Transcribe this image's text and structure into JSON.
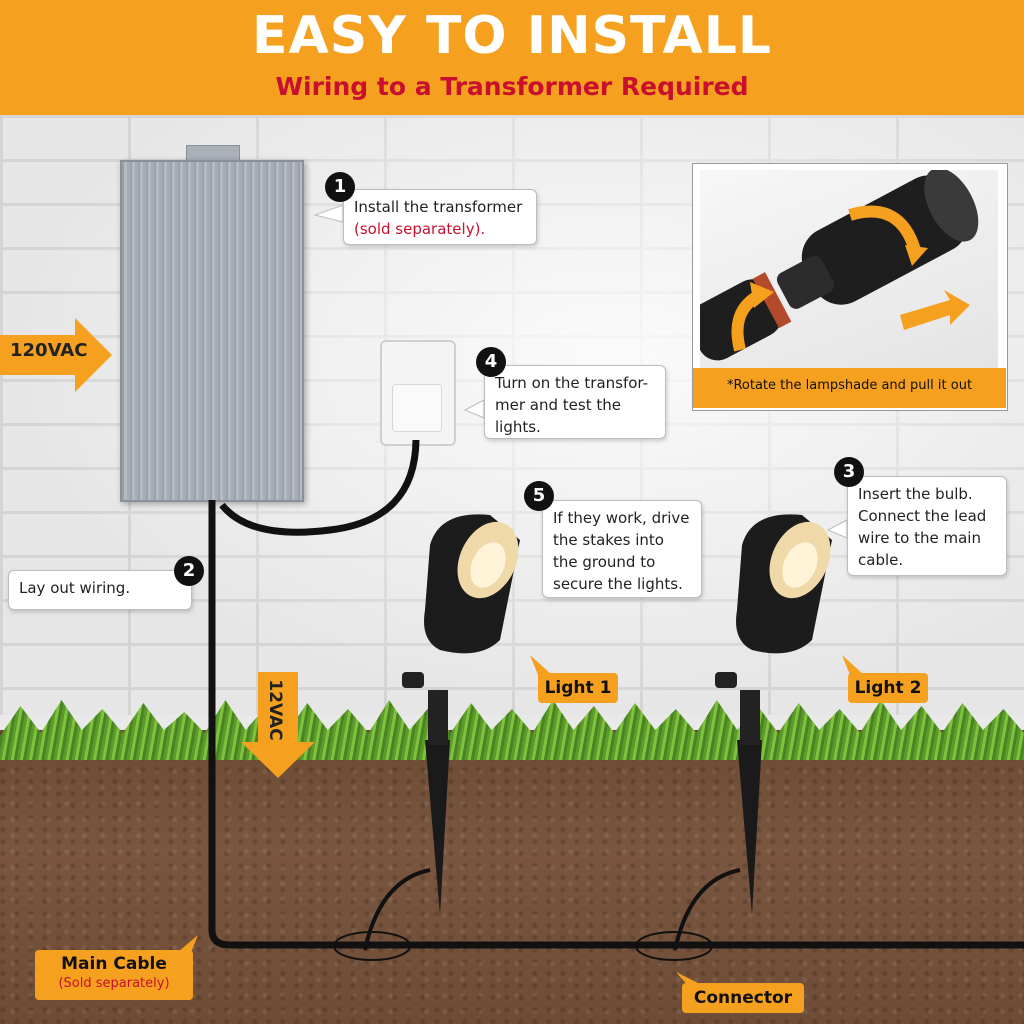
{
  "header": {
    "title": "EASY TO INSTALL",
    "subtitle": "Wiring to a Transformer Required"
  },
  "arrows": {
    "input_voltage": "120VAC",
    "output_voltage": "12VAC"
  },
  "steps": [
    {
      "number": "1",
      "text": "Install the transformer",
      "note": "(sold separately)."
    },
    {
      "number": "2",
      "text": "Lay out wiring."
    },
    {
      "number": "3",
      "text": "Insert the bulb. Connect the lead wire to the main cable."
    },
    {
      "number": "4",
      "text": "Turn on the transfor-mer and test the lights."
    },
    {
      "number": "5",
      "text": "If they work, drive the stakes into the ground to secure the lights."
    }
  ],
  "inset": {
    "caption": "*Rotate the lampshade and pull it out"
  },
  "labels": {
    "light1": "Light 1",
    "light2": "Light 2",
    "connector": "Connector",
    "main_cable": "Main Cable",
    "main_cable_note": "(Sold separately)"
  },
  "colors": {
    "accent": "#f5a01e",
    "highlight": "#c8102e"
  }
}
